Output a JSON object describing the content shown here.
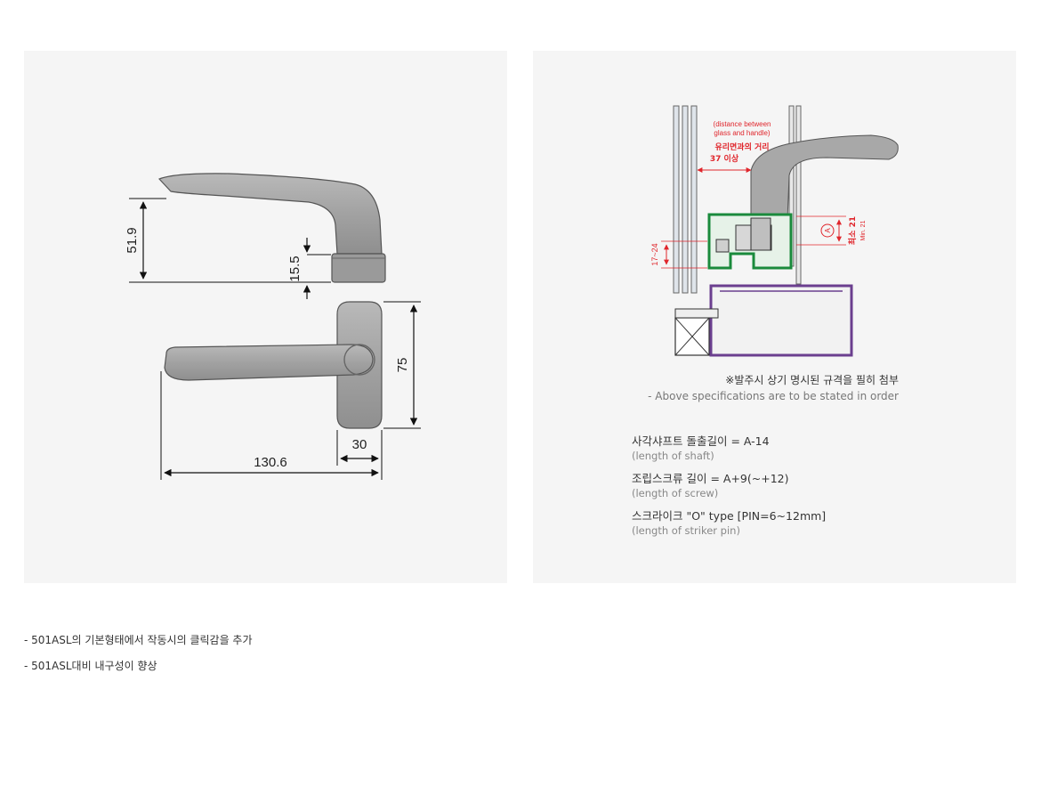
{
  "left_diagram": {
    "dims": {
      "height_total": "51.9",
      "rose_height": "15.5",
      "plate_height": "75",
      "plate_width": "30",
      "handle_length": "130.6"
    }
  },
  "right_diagram": {
    "annotation_en": "(distance between\nglass and handle)",
    "annotation_en_line1": "(distance between",
    "annotation_en_line2": "glass and handle)",
    "annotation_kr": "유리면과의 거리",
    "annotation_kr2": "37 이상",
    "range_label": "17~24",
    "label_a": "A",
    "min_kr": "최소 21",
    "min_en": "Min. 21",
    "colors": {
      "accent_red": "#e0262c",
      "frame_green": "#1a8a3c",
      "frame_purple": "#6b3f8f"
    }
  },
  "order_note_kr": "※발주시 상기 명시된 규격을 필히 첨부",
  "order_note_en": "- Above specifications are to be stated in order",
  "specs": [
    {
      "main": "사각샤프트 돌출길이 = A-14",
      "sub": "(length of shaft)"
    },
    {
      "main": "조립스크류 길이 = A+9(~+12)",
      "sub": "(length of screw)"
    },
    {
      "main": "스크라이크 \"O\" type [PIN=6~12mm]",
      "sub": "(length of striker pin)"
    }
  ],
  "bullets": [
    "- 501ASL의 기본형태에서 작동시의 클릭감을 추가",
    "- 501ASL대비 내구성이 향상"
  ]
}
